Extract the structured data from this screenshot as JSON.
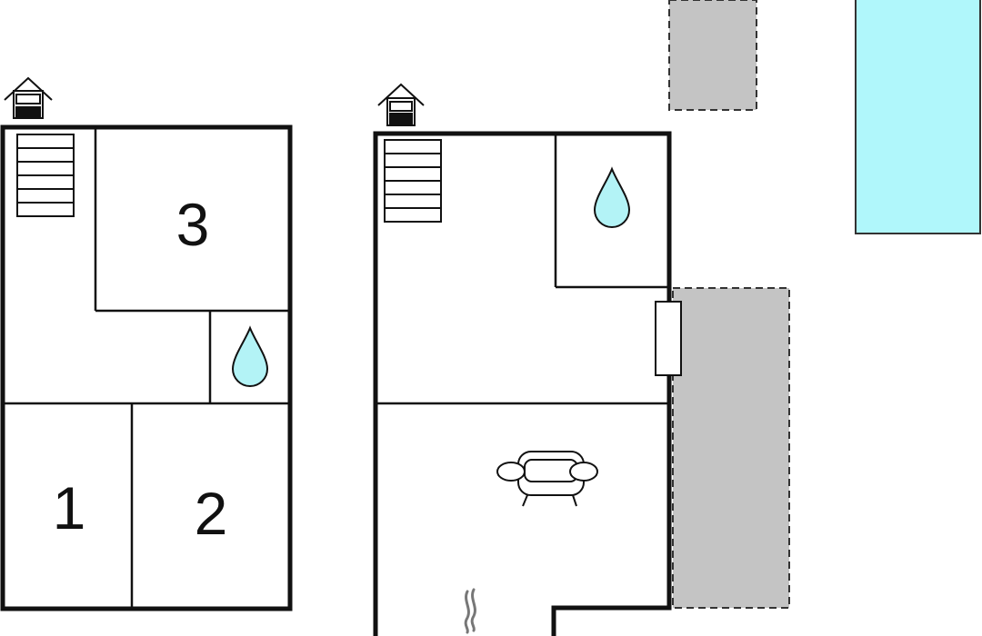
{
  "floors": [
    {
      "rooms": [
        {
          "label": "3"
        },
        {
          "label": "1"
        },
        {
          "label": "2"
        }
      ],
      "icons": [
        "house-entrance-icon",
        "stairs-icon",
        "water-drop-icon"
      ]
    },
    {
      "rooms": [],
      "icons": [
        "house-entrance-icon",
        "stairs-icon",
        "water-drop-icon",
        "sofa-icon",
        "heater-icon"
      ]
    }
  ],
  "colors": {
    "wall": "#111111",
    "water": "#b3f3f6",
    "pool": "#b0f7fb",
    "terrace": "#c4c4c4"
  }
}
